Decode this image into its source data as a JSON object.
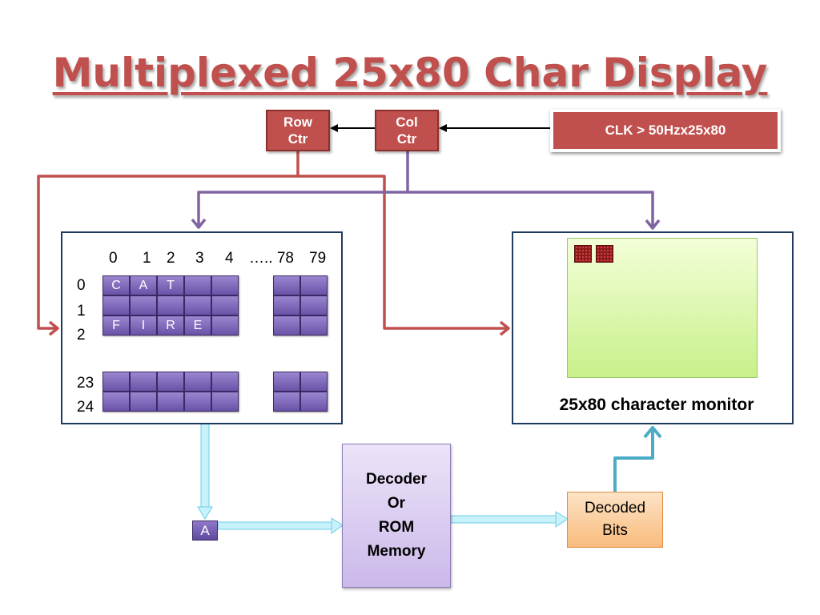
{
  "title": "Multiplexed 25x80 Char Display",
  "row_counter": {
    "line1": "Row",
    "line2": "Ctr"
  },
  "col_counter": {
    "line1": "Col",
    "line2": "Ctr"
  },
  "clock": {
    "label": "CLK > 50Hzx25x80"
  },
  "memory_grid": {
    "column_headers": [
      "0",
      "1",
      "2",
      "3",
      "4",
      "….. 78",
      "79"
    ],
    "row_headers": [
      "0",
      "1",
      "2",
      "23",
      "24"
    ],
    "rows": {
      "r0": [
        "C",
        "A",
        "T",
        "",
        ""
      ],
      "r2": [
        "F",
        "I",
        "R",
        "E",
        ""
      ]
    }
  },
  "a_box": {
    "label": "A"
  },
  "decoder": {
    "line1": "Decoder",
    "line2": "Or",
    "line3": "ROM",
    "line4": "Memory"
  },
  "decoded_bits": {
    "line1": "Decoded",
    "line2": "Bits"
  },
  "monitor": {
    "label": "25x80 character monitor"
  },
  "colors": {
    "red": "#c0504d",
    "purple": "#8064a2",
    "cyan": "#9fe6f5",
    "teal": "#4bacc6",
    "navy": "#1f3a5f"
  }
}
